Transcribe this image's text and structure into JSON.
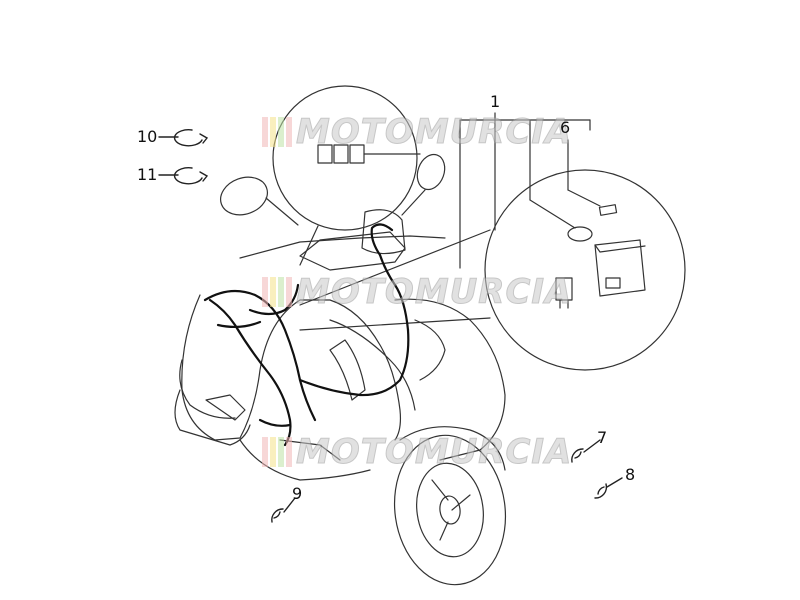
{
  "watermark": {
    "text": "MOTOMURCIA",
    "flag_colors": [
      "#f2b8b8",
      "#f5e38a",
      "#bfe3a6",
      "#f2b8b8"
    ]
  },
  "callouts": {
    "c1": "1",
    "c6": "6",
    "c7": "7",
    "c8": "8",
    "c9": "9",
    "c10": "10",
    "c11": "11"
  },
  "colors": {
    "line": "#222222",
    "harness": "#111111"
  }
}
